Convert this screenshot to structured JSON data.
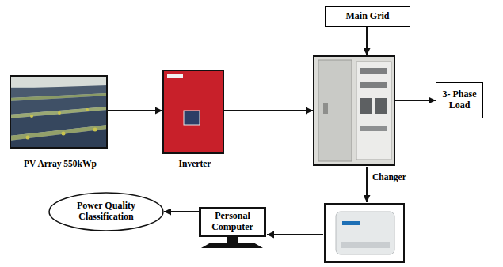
{
  "diagram": {
    "nodes": [
      {
        "text": [
          "Main Grid"
        ]
      },
      {
        "text": [
          "PV Array 550kWp"
        ]
      },
      {
        "text": [
          "Inverter"
        ]
      },
      {
        "text": [
          "Changer"
        ]
      },
      {
        "text": [
          "3- Phase Load"
        ]
      },
      {
        "text": [
          "Personal Computer"
        ]
      },
      {
        "text": [
          "Power Quality Classification"
        ]
      }
    ],
    "edges": [
      {
        "from": 0,
        "to": 3,
        "arrow": "to"
      },
      {
        "from": 1,
        "to": 2,
        "arrow": "to"
      },
      {
        "from": 2,
        "to": 3,
        "arrow": "to"
      },
      {
        "from": 3,
        "to": 4,
        "arrow": "to"
      },
      {
        "from": 5,
        "to": 6,
        "arrow": "to"
      }
    ]
  }
}
